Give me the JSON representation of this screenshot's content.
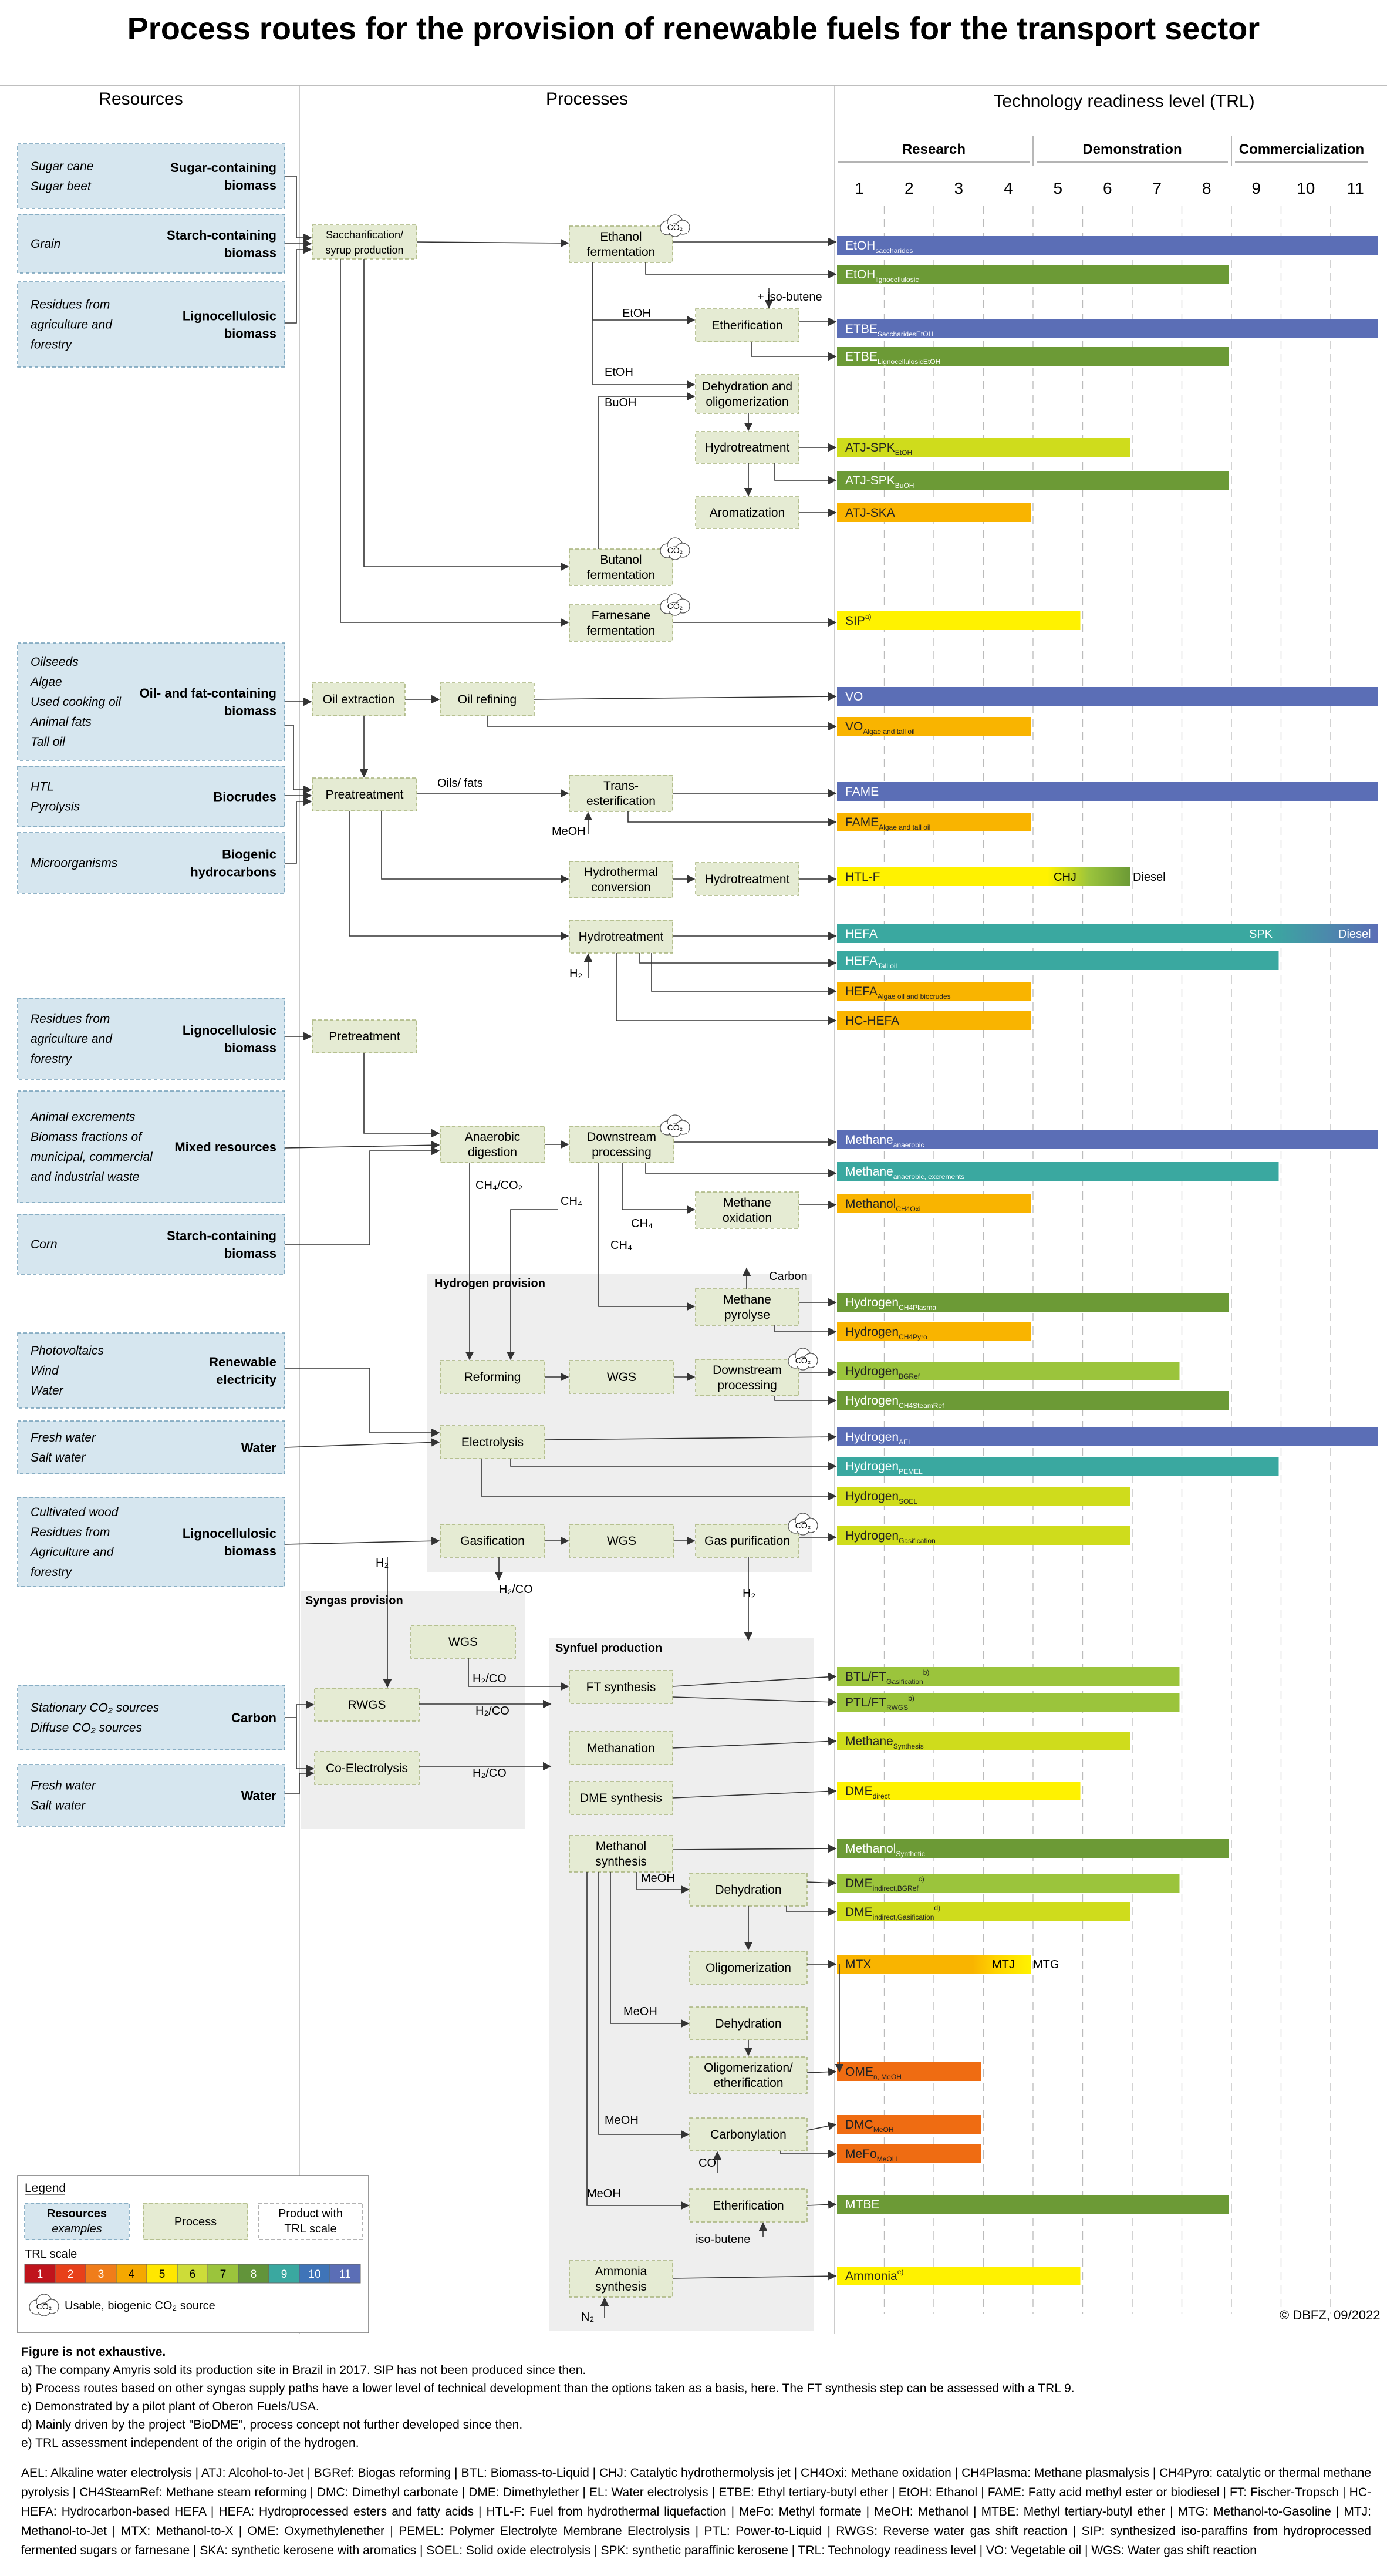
{
  "title": "Process routes for the provision of renewable fuels for the transport sector",
  "columns": {
    "resources": "Resources",
    "processes": "Processes",
    "trl": "Technology readiness level (TRL)"
  },
  "trl_phases": [
    "Research",
    "Demonstration",
    "Commercialization"
  ],
  "trl_numbers": [
    "1",
    "2",
    "3",
    "4",
    "5",
    "6",
    "7",
    "8",
    "9",
    "10",
    "11"
  ],
  "resources": [
    {
      "examples": [
        "Sugar cane",
        "Sugar beet"
      ],
      "label": [
        "Sugar-containing",
        "biomass"
      ]
    },
    {
      "examples": [
        "Grain"
      ],
      "label": [
        "Starch-containing",
        "biomass"
      ]
    },
    {
      "examples": [
        "Residues from",
        "agriculture and",
        "forestry"
      ],
      "label": [
        "Lignocellulosic",
        "biomass"
      ]
    },
    {
      "examples": [
        "Oilseeds",
        "Algae",
        "Used cooking oil",
        "Animal fats",
        "Tall oil"
      ],
      "label": [
        "Oil- and fat-containing",
        "biomass"
      ]
    },
    {
      "examples": [
        "HTL",
        "Pyrolysis"
      ],
      "label": [
        "Biocrudes"
      ]
    },
    {
      "examples": [
        "Microorganisms"
      ],
      "label": [
        "Biogenic",
        "hydrocarbons"
      ]
    },
    {
      "examples": [
        "Residues from",
        "agriculture and",
        "forestry"
      ],
      "label": [
        "Lignocellulosic",
        "biomass"
      ]
    },
    {
      "examples": [
        "Animal excrements",
        "Biomass fractions of",
        "municipal, commercial",
        "and industrial waste"
      ],
      "label": [
        "Mixed resources"
      ]
    },
    {
      "examples": [
        "Corn"
      ],
      "label": [
        "Starch-containing",
        "biomass"
      ]
    },
    {
      "examples": [
        "Photovoltaics",
        "Wind",
        "Water"
      ],
      "label": [
        "Renewable",
        "electricity"
      ]
    },
    {
      "examples": [
        "Fresh water",
        "Salt water"
      ],
      "label": [
        "Water"
      ]
    },
    {
      "examples": [
        "Cultivated wood",
        "Residues from",
        "Agriculture and",
        "forestry"
      ],
      "label": [
        "Lignocellulosic",
        "biomass"
      ]
    },
    {
      "examples": [
        "Stationary CO₂ sources",
        "Diffuse CO₂ sources"
      ],
      "label": [
        "Carbon"
      ]
    },
    {
      "examples": [
        "Fresh water",
        "Salt water"
      ],
      "label": [
        "Water"
      ]
    }
  ],
  "processes": [
    {
      "id": "sacch",
      "label": [
        "Saccharification/",
        "syrup production"
      ]
    },
    {
      "id": "ethferm",
      "label": [
        "Ethanol",
        "fermentation"
      ]
    },
    {
      "id": "ether1",
      "label": [
        "Etherification"
      ]
    },
    {
      "id": "dehyd1",
      "label": [
        "Dehydration and",
        "oligomerization"
      ]
    },
    {
      "id": "hydrot1",
      "label": [
        "Hydrotreatment"
      ]
    },
    {
      "id": "arom",
      "label": [
        "Aromatization"
      ]
    },
    {
      "id": "buferm",
      "label": [
        "Butanol",
        "fermentation"
      ]
    },
    {
      "id": "farn",
      "label": [
        "Farnesane",
        "fermentation"
      ]
    },
    {
      "id": "oilext",
      "label": [
        "Oil extraction"
      ]
    },
    {
      "id": "oilref",
      "label": [
        "Oil refining"
      ]
    },
    {
      "id": "pretr1",
      "label": [
        "Preatreatment"
      ]
    },
    {
      "id": "trans",
      "label": [
        "Trans-",
        "esterification"
      ]
    },
    {
      "id": "htconv",
      "label": [
        "Hydrothermal",
        "conversion"
      ]
    },
    {
      "id": "hydrot2",
      "label": [
        "Hydrotreatment"
      ]
    },
    {
      "id": "hydrot3",
      "label": [
        "Hydrotreatment"
      ]
    },
    {
      "id": "pretr2",
      "label": [
        "Pretreatment"
      ]
    },
    {
      "id": "anaer",
      "label": [
        "Anaerobic",
        "digestion"
      ]
    },
    {
      "id": "downs1",
      "label": [
        "Downstream",
        "processing"
      ]
    },
    {
      "id": "methox",
      "label": [
        "Methane",
        "oxidation"
      ]
    },
    {
      "id": "methpyr",
      "label": [
        "Methane",
        "pyrolyse"
      ]
    },
    {
      "id": "reform",
      "label": [
        "Reforming"
      ]
    },
    {
      "id": "wgs1",
      "label": [
        "WGS"
      ]
    },
    {
      "id": "downs2",
      "label": [
        "Downstream",
        "processing"
      ]
    },
    {
      "id": "electro",
      "label": [
        "Electrolysis"
      ]
    },
    {
      "id": "gasif",
      "label": [
        "Gasification"
      ]
    },
    {
      "id": "wgs2",
      "label": [
        "WGS"
      ]
    },
    {
      "id": "gaspur",
      "label": [
        "Gas purification"
      ]
    },
    {
      "id": "wgs3",
      "label": [
        "WGS"
      ]
    },
    {
      "id": "rwgs",
      "label": [
        "RWGS"
      ]
    },
    {
      "id": "coel",
      "label": [
        "Co-Electrolysis"
      ]
    },
    {
      "id": "ftsyn",
      "label": [
        "FT synthesis"
      ]
    },
    {
      "id": "methan",
      "label": [
        "Methanation"
      ]
    },
    {
      "id": "dmesyn",
      "label": [
        "DME synthesis"
      ]
    },
    {
      "id": "meohsyn",
      "label": [
        "Methanol",
        "synthesis"
      ]
    },
    {
      "id": "dehyd2",
      "label": [
        "Dehydration"
      ]
    },
    {
      "id": "oligo",
      "label": [
        "Oligomerization"
      ]
    },
    {
      "id": "dehyd3",
      "label": [
        "Dehydration"
      ]
    },
    {
      "id": "oligoeth",
      "label": [
        "Oligomerization/",
        "etherification"
      ]
    },
    {
      "id": "carbon",
      "label": [
        "Carbonylation"
      ]
    },
    {
      "id": "ether2",
      "label": [
        "Etherification"
      ]
    },
    {
      "id": "ammon",
      "label": [
        "Ammonia",
        "synthesis"
      ]
    }
  ],
  "sections": {
    "hydrogen": "Hydrogen provision",
    "syngas": "Syngas provision",
    "synfuel": "Synfuel production"
  },
  "flow_labels": [
    "+ iso-butene",
    "EtOH",
    "EtOH",
    "BuOH",
    "Oils/ fats",
    "MeOH",
    "H₂",
    "CH₄/CO₂",
    "CH₄",
    "CH₄",
    "CH₄",
    "Carbon",
    "H₂",
    "H₂/CO",
    "H₂/CO",
    "H₂/CO",
    "H₂/CO",
    "H₂",
    "MeOH",
    "MeOH",
    "MeOH",
    "CO",
    "MeOH",
    "iso-butene",
    "N₂"
  ],
  "products": [
    {
      "name": "EtOH",
      "sub": "saccharides",
      "trl": 11,
      "sup": ""
    },
    {
      "name": "EtOH",
      "sub": "lignocellulosic",
      "trl": 8,
      "sup": ""
    },
    {
      "name": "ETBE",
      "sub": "SaccharidesEtOH",
      "trl": 11,
      "sup": ""
    },
    {
      "name": "ETBE",
      "sub": "LignocellulosicEtOH",
      "trl": 8,
      "sup": ""
    },
    {
      "name": "ATJ-SPK",
      "sub": "EtOH",
      "trl": 6,
      "sup": ""
    },
    {
      "name": "ATJ-SPK",
      "sub": "BuOH",
      "trl": 8,
      "sup": ""
    },
    {
      "name": "ATJ-SKA",
      "sub": "",
      "trl": 4,
      "sup": ""
    },
    {
      "name": "SIP",
      "sub": "",
      "trl": 5,
      "sup": "a)"
    },
    {
      "name": "VO",
      "sub": "",
      "trl": 11,
      "sup": ""
    },
    {
      "name": "VO",
      "sub": "Algae and tall oil",
      "trl": 4,
      "sup": ""
    },
    {
      "name": "FAME",
      "sub": "",
      "trl": 11,
      "sup": ""
    },
    {
      "name": "FAME",
      "sub": "Algae and tall oil",
      "trl": 4,
      "sup": ""
    },
    {
      "name": "HTL-F",
      "sub": "",
      "trl": 6,
      "sup": "",
      "tags": [
        "CHJ",
        "Diesel"
      ]
    },
    {
      "name": "HEFA",
      "sub": "",
      "trl": 11,
      "sup": "",
      "tags": [
        "SPK",
        "Diesel"
      ]
    },
    {
      "name": "HEFA",
      "sub": "Tall oil",
      "trl": 9,
      "sup": ""
    },
    {
      "name": "HEFA",
      "sub": "Algae oil and biocrudes",
      "trl": 4,
      "sup": ""
    },
    {
      "name": "HC-HEFA",
      "sub": "",
      "trl": 4,
      "sup": ""
    },
    {
      "name": "Methane",
      "sub": "anaerobic",
      "trl": 11,
      "sup": ""
    },
    {
      "name": "Methane",
      "sub": "anaerobic, excrements",
      "trl": 9,
      "sup": ""
    },
    {
      "name": "Methanol",
      "sub": "CH4Oxi",
      "trl": 4,
      "sup": ""
    },
    {
      "name": "Hydrogen",
      "sub": "CH4Plasma",
      "trl": 8,
      "sup": ""
    },
    {
      "name": "Hydrogen",
      "sub": "CH4Pyro",
      "trl": 4,
      "sup": ""
    },
    {
      "name": "Hydrogen",
      "sub": "BGRef",
      "trl": 7,
      "sup": ""
    },
    {
      "name": "Hydrogen",
      "sub": "CH4SteamRef",
      "trl": 8,
      "sup": ""
    },
    {
      "name": "Hydrogen",
      "sub": "AEL",
      "trl": 11,
      "sup": ""
    },
    {
      "name": "Hydrogen",
      "sub": "PEMEL",
      "trl": 9,
      "sup": ""
    },
    {
      "name": "Hydrogen",
      "sub": "SOEL",
      "trl": 6,
      "sup": ""
    },
    {
      "name": "Hydrogen",
      "sub": "Gasification",
      "trl": 6,
      "sup": ""
    },
    {
      "name": "BTL/FT",
      "sub": "Gasification",
      "trl": 7,
      "sup": "b)"
    },
    {
      "name": "PTL/FT",
      "sub": "RWGS",
      "trl": 7,
      "sup": "b)"
    },
    {
      "name": "Methane",
      "sub": "Synthesis",
      "trl": 6,
      "sup": ""
    },
    {
      "name": "DME",
      "sub": "direct",
      "trl": 5,
      "sup": ""
    },
    {
      "name": "Methanol",
      "sub": "Synthetic",
      "trl": 8,
      "sup": ""
    },
    {
      "name": "DME",
      "sub": "indirect,BGRef",
      "trl": 7,
      "sup": "c)"
    },
    {
      "name": "DME",
      "sub": "indirect,Gasification",
      "trl": 6,
      "sup": "d)"
    },
    {
      "name": "MTX",
      "sub": "",
      "trl": 4,
      "sup": "",
      "tags": [
        "MTJ",
        "MTG"
      ]
    },
    {
      "name": "OME",
      "sub": "n, MeOH",
      "trl": 3,
      "sup": ""
    },
    {
      "name": "DMC",
      "sub": "MeOH",
      "trl": 3,
      "sup": ""
    },
    {
      "name": "MeFo",
      "sub": "MeOH",
      "trl": 3,
      "sup": ""
    },
    {
      "name": "MTBE",
      "sub": "",
      "trl": 8,
      "sup": ""
    },
    {
      "name": "Ammonia",
      "sub": "",
      "trl": 5,
      "sup": "e)"
    }
  ],
  "trl_colors": [
    "#c0141c",
    "#e8401a",
    "#f07d1a",
    "#f5a800",
    "#ffe700",
    "#cddc39",
    "#9bc43c",
    "#62943a",
    "#3aa8a0",
    "#3f74b8",
    "#5b6eb6"
  ],
  "legend": {
    "title": "Legend",
    "resources": [
      "Resources",
      "examples"
    ],
    "process": "Process",
    "product": [
      "Product with",
      "TRL scale"
    ],
    "trl_scale": "TRL scale",
    "co2": "Usable, biogenic CO₂ source",
    "co2_icon_text": "CO₂"
  },
  "copyright": "© DBFZ, 09/2022",
  "footnotes": {
    "heading": "Figure is not exhaustive.",
    "items": [
      "a) The company Amyris sold its production site in Brazil in 2017. SIP has not been produced since then.",
      "b) Process routes based on other syngas supply paths have a lower level of technical development than the options taken as a basis, here. The FT synthesis step can be assessed with a TRL 9.",
      "c) Demonstrated by a pilot plant of Oberon Fuels/USA.",
      "d) Mainly driven by the project \"BioDME\", process concept not further developed since then.",
      "e) TRL assessment independent of the origin of the hydrogen."
    ]
  },
  "abbreviations": "AEL: Alkaline water electrolysis | ATJ: Alcohol-to-Jet | BGRef: Biogas reforming | BTL: Biomass-to-Liquid | CHJ: Catalytic hydrothermolysis jet | CH4Oxi: Methane oxidation | CH4Plasma: Methane plasmalysis | CH4Pyro: catalytic or thermal methane pyrolysis | CH4SteamRef: Methane steam reforming | DMC: Dimethyl carbonate | DME: Dimethylether | EL: Water electrolysis | ETBE: Ethyl tertiary-butyl ether | EtOH: Ethanol | FAME: Fatty acid methyl ester or biodiesel | FT: Fischer-Tropsch | HC-HEFA: Hydrocarbon-based HEFA | HEFA: Hydroprocessed esters and fatty acids | HTL-F: Fuel from hydrothermal liquefaction | MeFo: Methyl formate | MeOH: Methanol | MTBE: Methyl tertiary-butyl ether | MTG: Methanol-to-Gasoline | MTJ: Methanol-to-Jet | MTX: Methanol-to-X | OME: Oxymethylenether | PEMEL: Polymer Electrolyte Membrane Electrolysis | PTL: Power-to-Liquid | RWGS: Reverse water gas shift reaction | SIP: synthesized iso-paraffins from hydroprocessed fermented sugars or farnesane | SKA: synthetic kerosene with aromatics | SOEL: Solid oxide electrolysis | SPK: synthetic paraffinic kerosene | TRL: Technology readiness level | VO: Vegetable oil | WGS: Water gas shift reaction"
}
